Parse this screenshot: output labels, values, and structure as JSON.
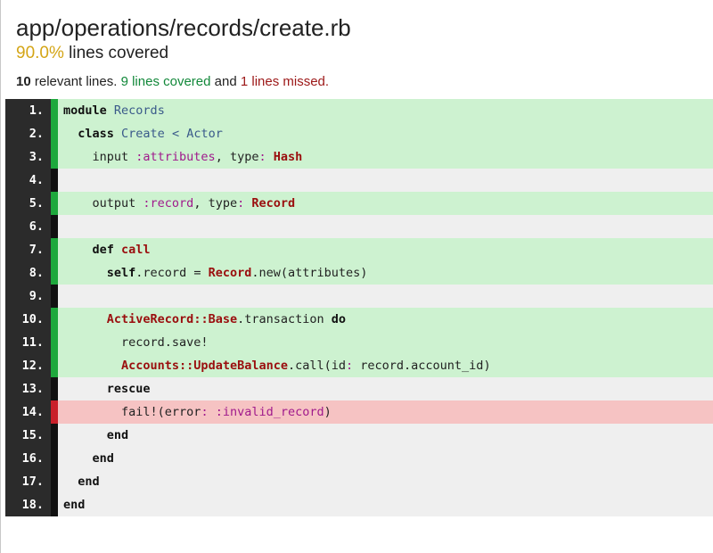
{
  "header": {
    "file_path": "app/operations/records/create.rb",
    "coverage_percent": "90.0%",
    "coverage_suffix": " lines covered",
    "stats": {
      "relevant_count": "10",
      "relevant_text": " relevant lines. ",
      "covered_text": "9 lines covered",
      "and_text": " and ",
      "missed_text": "1 lines missed.",
      "missed_count": "1"
    }
  },
  "colors": {
    "coverage_accent": "#d4a516",
    "covered_bg": "#cdf2d0",
    "missed_bg": "#f6c3c3",
    "neutral_bg": "#efefef",
    "covered_marker": "#1ea83c",
    "missed_marker": "#c9202a"
  },
  "lines": [
    {
      "num": "1.",
      "status": "covered",
      "tokens": [
        [
          "keyword",
          "module"
        ],
        [
          "plain",
          " "
        ],
        [
          "const",
          "Records"
        ]
      ]
    },
    {
      "num": "2.",
      "status": "covered",
      "tokens": [
        [
          "plain",
          "  "
        ],
        [
          "keyword",
          "class"
        ],
        [
          "plain",
          " "
        ],
        [
          "const",
          "Create"
        ],
        [
          "plain",
          " "
        ],
        [
          "const",
          "<"
        ],
        [
          "plain",
          " "
        ],
        [
          "const",
          "Actor"
        ]
      ]
    },
    {
      "num": "3.",
      "status": "covered",
      "tokens": [
        [
          "plain",
          "    input "
        ],
        [
          "symbol",
          ":attributes"
        ],
        [
          "plain",
          ", type"
        ],
        [
          "symbol",
          ":"
        ],
        [
          "plain",
          " "
        ],
        [
          "class",
          "Hash"
        ]
      ]
    },
    {
      "num": "4.",
      "status": "none",
      "tokens": []
    },
    {
      "num": "5.",
      "status": "covered",
      "tokens": [
        [
          "plain",
          "    output "
        ],
        [
          "symbol",
          ":record"
        ],
        [
          "plain",
          ", type"
        ],
        [
          "symbol",
          ":"
        ],
        [
          "plain",
          " "
        ],
        [
          "class",
          "Record"
        ]
      ]
    },
    {
      "num": "6.",
      "status": "none",
      "tokens": []
    },
    {
      "num": "7.",
      "status": "covered",
      "tokens": [
        [
          "plain",
          "    "
        ],
        [
          "keyword",
          "def"
        ],
        [
          "plain",
          " "
        ],
        [
          "class",
          "call"
        ]
      ]
    },
    {
      "num": "8.",
      "status": "covered",
      "tokens": [
        [
          "plain",
          "      "
        ],
        [
          "keyword",
          "self"
        ],
        [
          "plain",
          ".record = "
        ],
        [
          "class",
          "Record"
        ],
        [
          "plain",
          ".new(attributes)"
        ]
      ]
    },
    {
      "num": "9.",
      "status": "none",
      "tokens": []
    },
    {
      "num": "10.",
      "status": "covered",
      "tokens": [
        [
          "plain",
          "      "
        ],
        [
          "class",
          "ActiveRecord::Base"
        ],
        [
          "plain",
          ".transaction "
        ],
        [
          "keyword",
          "do"
        ]
      ]
    },
    {
      "num": "11.",
      "status": "covered",
      "tokens": [
        [
          "plain",
          "        record.save!"
        ]
      ]
    },
    {
      "num": "12.",
      "status": "covered",
      "tokens": [
        [
          "plain",
          "        "
        ],
        [
          "class",
          "Accounts::UpdateBalance"
        ],
        [
          "plain",
          ".call(id"
        ],
        [
          "symbol",
          ":"
        ],
        [
          "plain",
          " record.account_id)"
        ]
      ]
    },
    {
      "num": "13.",
      "status": "none",
      "tokens": [
        [
          "plain",
          "      "
        ],
        [
          "keyword",
          "rescue"
        ]
      ]
    },
    {
      "num": "14.",
      "status": "missed",
      "tokens": [
        [
          "plain",
          "        fail!(error"
        ],
        [
          "symbol",
          ":"
        ],
        [
          "plain",
          " "
        ],
        [
          "symbol",
          ":invalid_record"
        ],
        [
          "plain",
          ")"
        ]
      ]
    },
    {
      "num": "15.",
      "status": "none",
      "tokens": [
        [
          "plain",
          "      "
        ],
        [
          "keyword",
          "end"
        ]
      ]
    },
    {
      "num": "16.",
      "status": "none",
      "tokens": [
        [
          "plain",
          "    "
        ],
        [
          "keyword",
          "end"
        ]
      ]
    },
    {
      "num": "17.",
      "status": "none",
      "tokens": [
        [
          "plain",
          "  "
        ],
        [
          "keyword",
          "end"
        ]
      ]
    },
    {
      "num": "18.",
      "status": "none",
      "tokens": [
        [
          "keyword",
          "end"
        ]
      ]
    }
  ]
}
